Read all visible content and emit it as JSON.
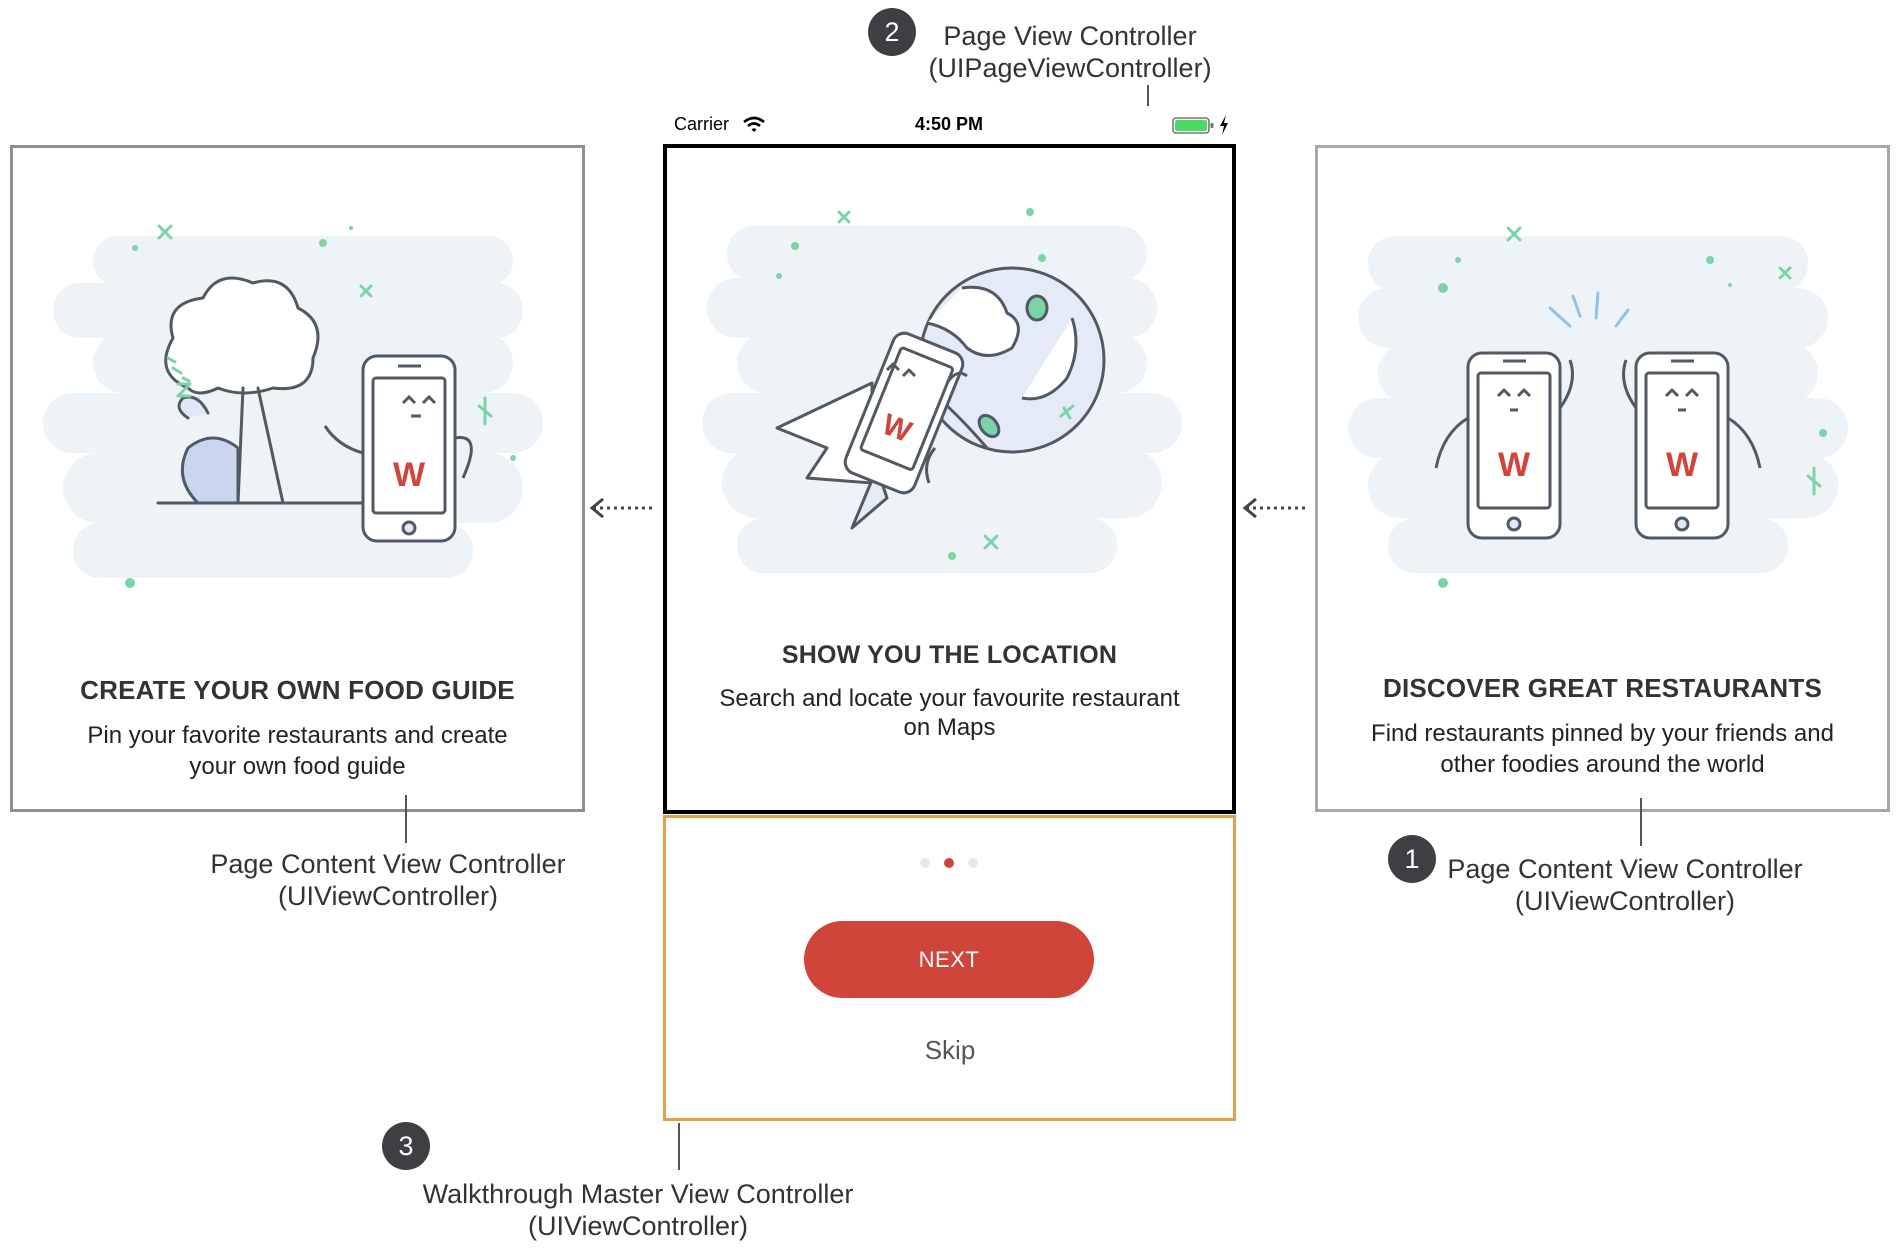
{
  "labels": {
    "page_view": {
      "number": "2",
      "line1": "Page View Controller",
      "line2": "(UIPageViewController)"
    },
    "content_left": {
      "line1": "Page Content View Controller",
      "line2": "(UIViewController)"
    },
    "content_right": {
      "number": "1",
      "line1": "Page Content View Controller",
      "line2": "(UIViewController)"
    },
    "master": {
      "number": "3",
      "line1": "Walkthrough Master View Controller",
      "line2": "(UIViewController)"
    }
  },
  "status_bar": {
    "carrier": "Carrier",
    "time": "4:50 PM"
  },
  "pages": {
    "left": {
      "heading": "CREATE YOUR OWN FOOD GUIDE",
      "line1": "Pin your favorite restaurants and create",
      "line2": "your own food guide"
    },
    "center": {
      "heading": "SHOW YOU THE LOCATION",
      "line1": "Search and locate your favourite restaurant",
      "line2": "on Maps"
    },
    "right": {
      "heading": "DISCOVER GREAT RESTAURANTS",
      "line1": "Find restaurants pinned by your friends and",
      "line2": "other foodies around the world"
    }
  },
  "page_indicator": {
    "count": 3,
    "current": 2
  },
  "buttons": {
    "next": "NEXT",
    "skip": "Skip"
  },
  "mascot_letter": "W",
  "colors": {
    "accent": "#d0453a",
    "master_border": "#e0a04a",
    "content_border": "#8f8f8f",
    "page_view_border": "#000000",
    "badge": "#3d3f43",
    "sparkle": "#7dd3a8",
    "cloud": "#eef3f8",
    "battery": "#4cd964"
  },
  "icons": [
    "wifi-icon",
    "battery-icon",
    "charging-bolt-icon",
    "arrow-left-icon"
  ]
}
